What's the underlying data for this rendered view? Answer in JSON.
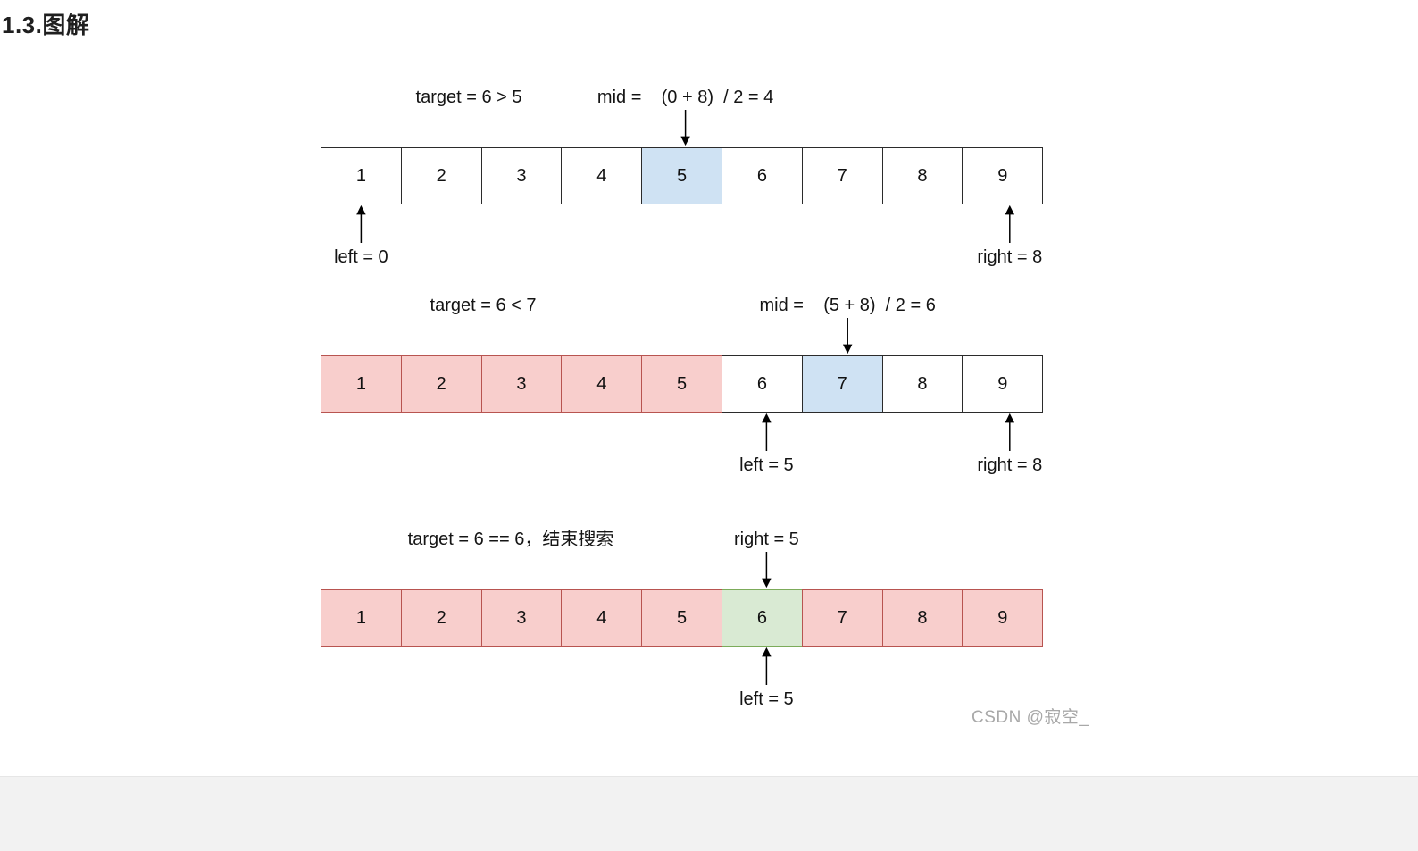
{
  "title": "1.3.图解",
  "watermark": "CSDN @寂空_",
  "array_values": [
    "1",
    "2",
    "3",
    "4",
    "5",
    "6",
    "7",
    "8",
    "9"
  ],
  "colors": {
    "normal_fill": "#ffffff",
    "normal_border": "#2b2b2b",
    "excluded_fill": "#f8cecc",
    "excluded_border": "#b85450",
    "mid_fill": "#cfe2f3",
    "mid_border": "#2b2b2b",
    "found_fill": "#d9ead3",
    "found_border": "#7cab5a",
    "arrow": "#000000",
    "panel_bg": "#f2f2f2",
    "watermark_color": "#a8a8a8"
  },
  "steps": [
    {
      "caption": "target = 6 > 5",
      "cells": [
        "normal",
        "normal",
        "normal",
        "normal",
        "mid",
        "normal",
        "normal",
        "normal",
        "normal"
      ],
      "pointers_above": [
        {
          "label": "mid =    (0 + 8)  / 2 = 4",
          "index": 4
        }
      ],
      "pointers_below": [
        {
          "label": "left = 0",
          "index": 0
        },
        {
          "label": "right = 8",
          "index": 8
        }
      ]
    },
    {
      "caption": "target = 6 < 7",
      "cells": [
        "excluded",
        "excluded",
        "excluded",
        "excluded",
        "excluded",
        "normal",
        "mid",
        "normal",
        "normal"
      ],
      "pointers_above": [
        {
          "label": "mid =    (5 + 8)  / 2 = 6",
          "index": 6
        }
      ],
      "pointers_below": [
        {
          "label": "left = 5",
          "index": 5
        },
        {
          "label": "right = 8",
          "index": 8
        }
      ]
    },
    {
      "caption": "target = 6 == 6，结束搜索",
      "cells": [
        "excluded",
        "excluded",
        "excluded",
        "excluded",
        "excluded",
        "found",
        "excluded",
        "excluded",
        "excluded"
      ],
      "pointers_above": [
        {
          "label": "right = 5",
          "index": 5
        }
      ],
      "pointers_below": [
        {
          "label": "left = 5",
          "index": 5
        }
      ]
    }
  ]
}
